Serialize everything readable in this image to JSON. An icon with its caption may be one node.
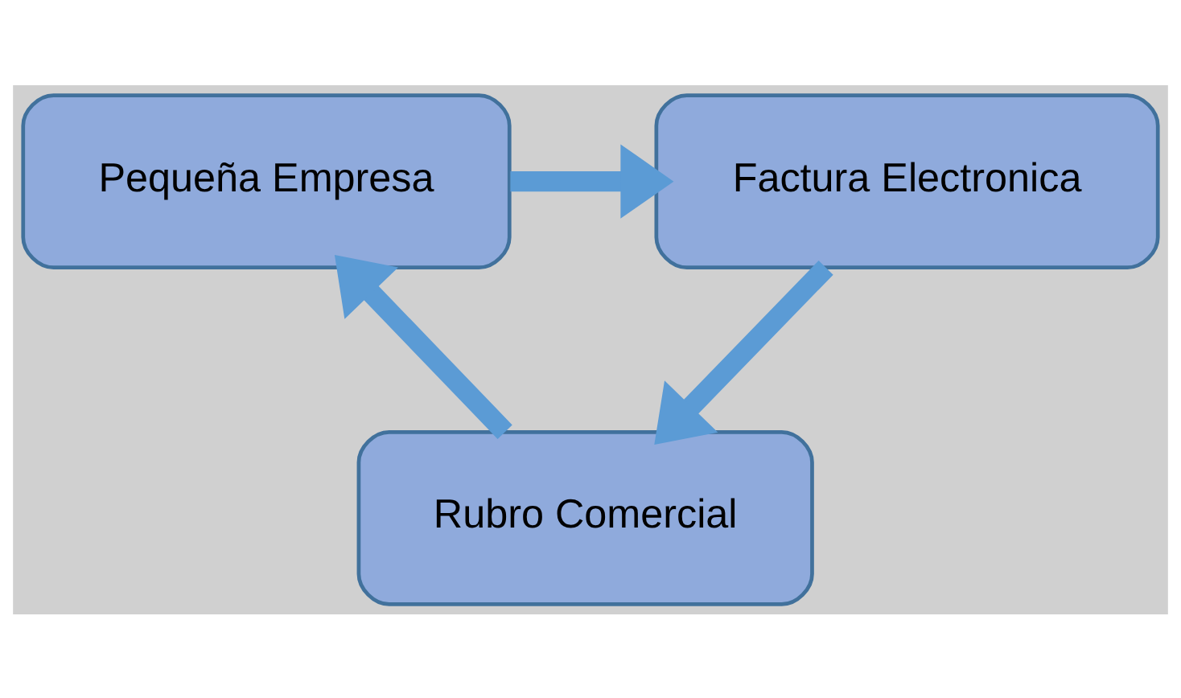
{
  "diagram": {
    "nodes": [
      {
        "text": [
          "Pequeña Empresa"
        ]
      },
      {
        "text": [
          "Factura Electronica"
        ]
      },
      {
        "text": [
          "Rubro Comercial"
        ]
      }
    ],
    "edges": [
      {
        "from": 0,
        "to": 1,
        "arrow": "to"
      },
      {
        "from": 1,
        "to": 2,
        "arrow": "to"
      },
      {
        "from": 2,
        "to": 0,
        "arrow": "to"
      }
    ]
  }
}
